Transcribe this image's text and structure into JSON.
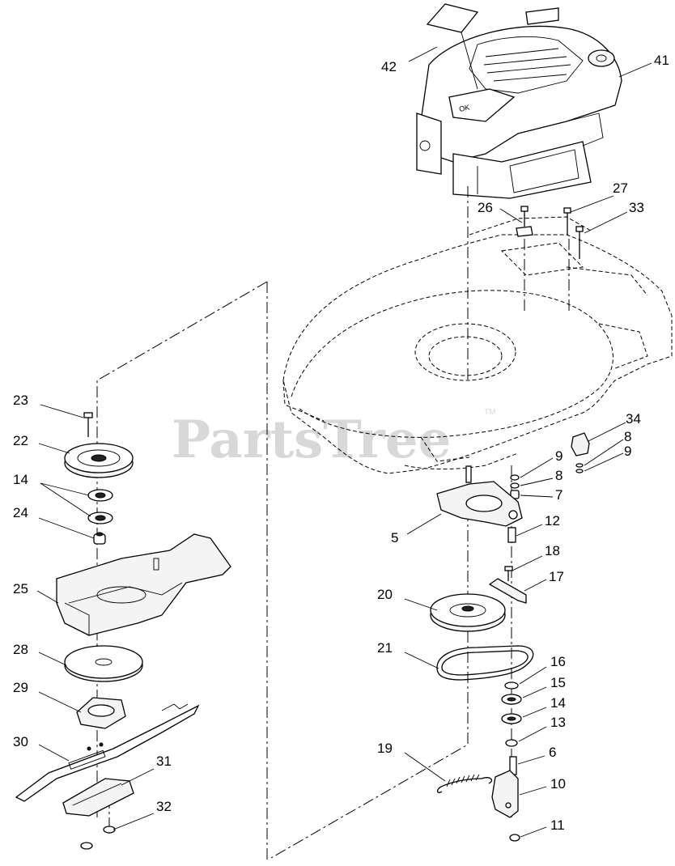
{
  "watermark": {
    "text": "PartsTree",
    "trademark": "TM"
  },
  "engine_decal_text": "OK",
  "callouts": [
    {
      "id": "c42",
      "text": "42"
    },
    {
      "id": "c41",
      "text": "41"
    },
    {
      "id": "c27",
      "text": "27"
    },
    {
      "id": "c26",
      "text": "26"
    },
    {
      "id": "c33",
      "text": "33"
    },
    {
      "id": "c23",
      "text": "23"
    },
    {
      "id": "c22",
      "text": "22"
    },
    {
      "id": "c14a",
      "text": "14"
    },
    {
      "id": "c24",
      "text": "24"
    },
    {
      "id": "c25",
      "text": "25"
    },
    {
      "id": "c28",
      "text": "28"
    },
    {
      "id": "c29",
      "text": "29"
    },
    {
      "id": "c30",
      "text": "30"
    },
    {
      "id": "c31",
      "text": "31"
    },
    {
      "id": "c32",
      "text": "32"
    },
    {
      "id": "c34",
      "text": "34"
    },
    {
      "id": "c8a",
      "text": "8"
    },
    {
      "id": "c9a",
      "text": "9"
    },
    {
      "id": "c9b",
      "text": "9"
    },
    {
      "id": "c8b",
      "text": "8"
    },
    {
      "id": "c7",
      "text": "7"
    },
    {
      "id": "c5",
      "text": "5"
    },
    {
      "id": "c12",
      "text": "12"
    },
    {
      "id": "c18",
      "text": "18"
    },
    {
      "id": "c17",
      "text": "17"
    },
    {
      "id": "c20",
      "text": "20"
    },
    {
      "id": "c21",
      "text": "21"
    },
    {
      "id": "c16",
      "text": "16"
    },
    {
      "id": "c15",
      "text": "15"
    },
    {
      "id": "c14b",
      "text": "14"
    },
    {
      "id": "c13",
      "text": "13"
    },
    {
      "id": "c19",
      "text": "19"
    },
    {
      "id": "c6",
      "text": "6"
    },
    {
      "id": "c10",
      "text": "10"
    },
    {
      "id": "c11",
      "text": "11"
    }
  ]
}
